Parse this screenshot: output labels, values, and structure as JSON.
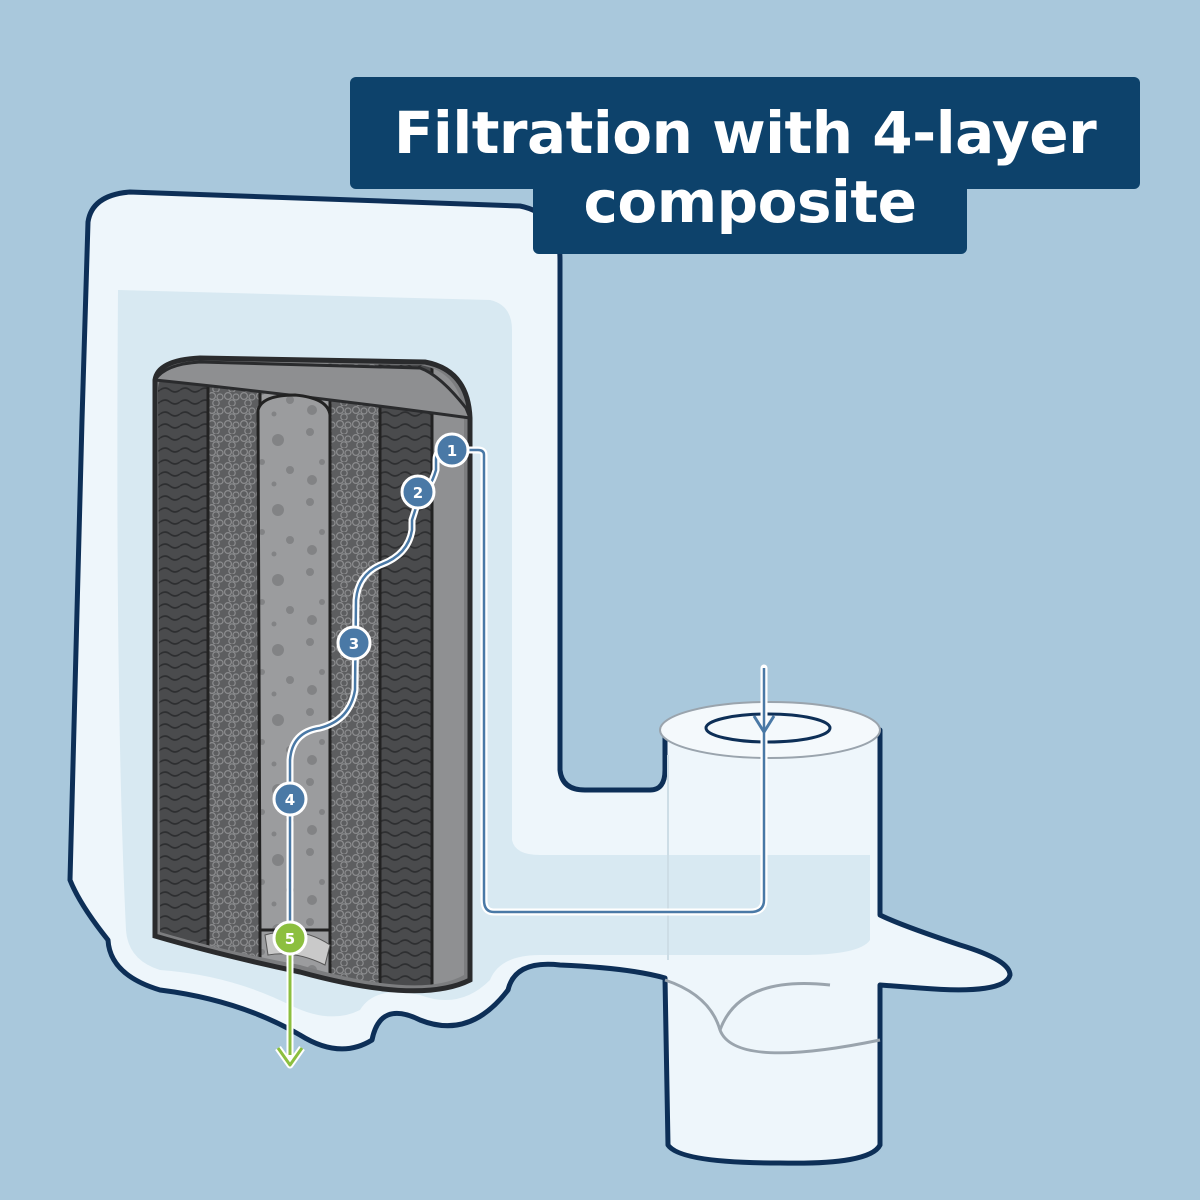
{
  "title": {
    "line1": "Filtration with 4-layer",
    "line2": "composite"
  },
  "colors": {
    "background": "#a9c8dc",
    "title_box": "#0d426b",
    "housing": "#eef6fb",
    "water": "#d3e6f0",
    "outline": "#0d2f57",
    "filter_dark": "#4a4b4d",
    "filter_mid": "#6e6f71",
    "core": "#9b9c9e",
    "step_blue": "#4a79a6",
    "step_green": "#8cbf3f"
  },
  "steps": [
    {
      "label": "1",
      "icon": "step-marker"
    },
    {
      "label": "2",
      "icon": "step-marker"
    },
    {
      "label": "3",
      "icon": "step-marker"
    },
    {
      "label": "4",
      "icon": "step-marker"
    },
    {
      "label": "5",
      "icon": "step-marker-output"
    }
  ],
  "icons": {
    "inflow": "arrow-down-icon",
    "outflow": "arrow-down-icon"
  }
}
